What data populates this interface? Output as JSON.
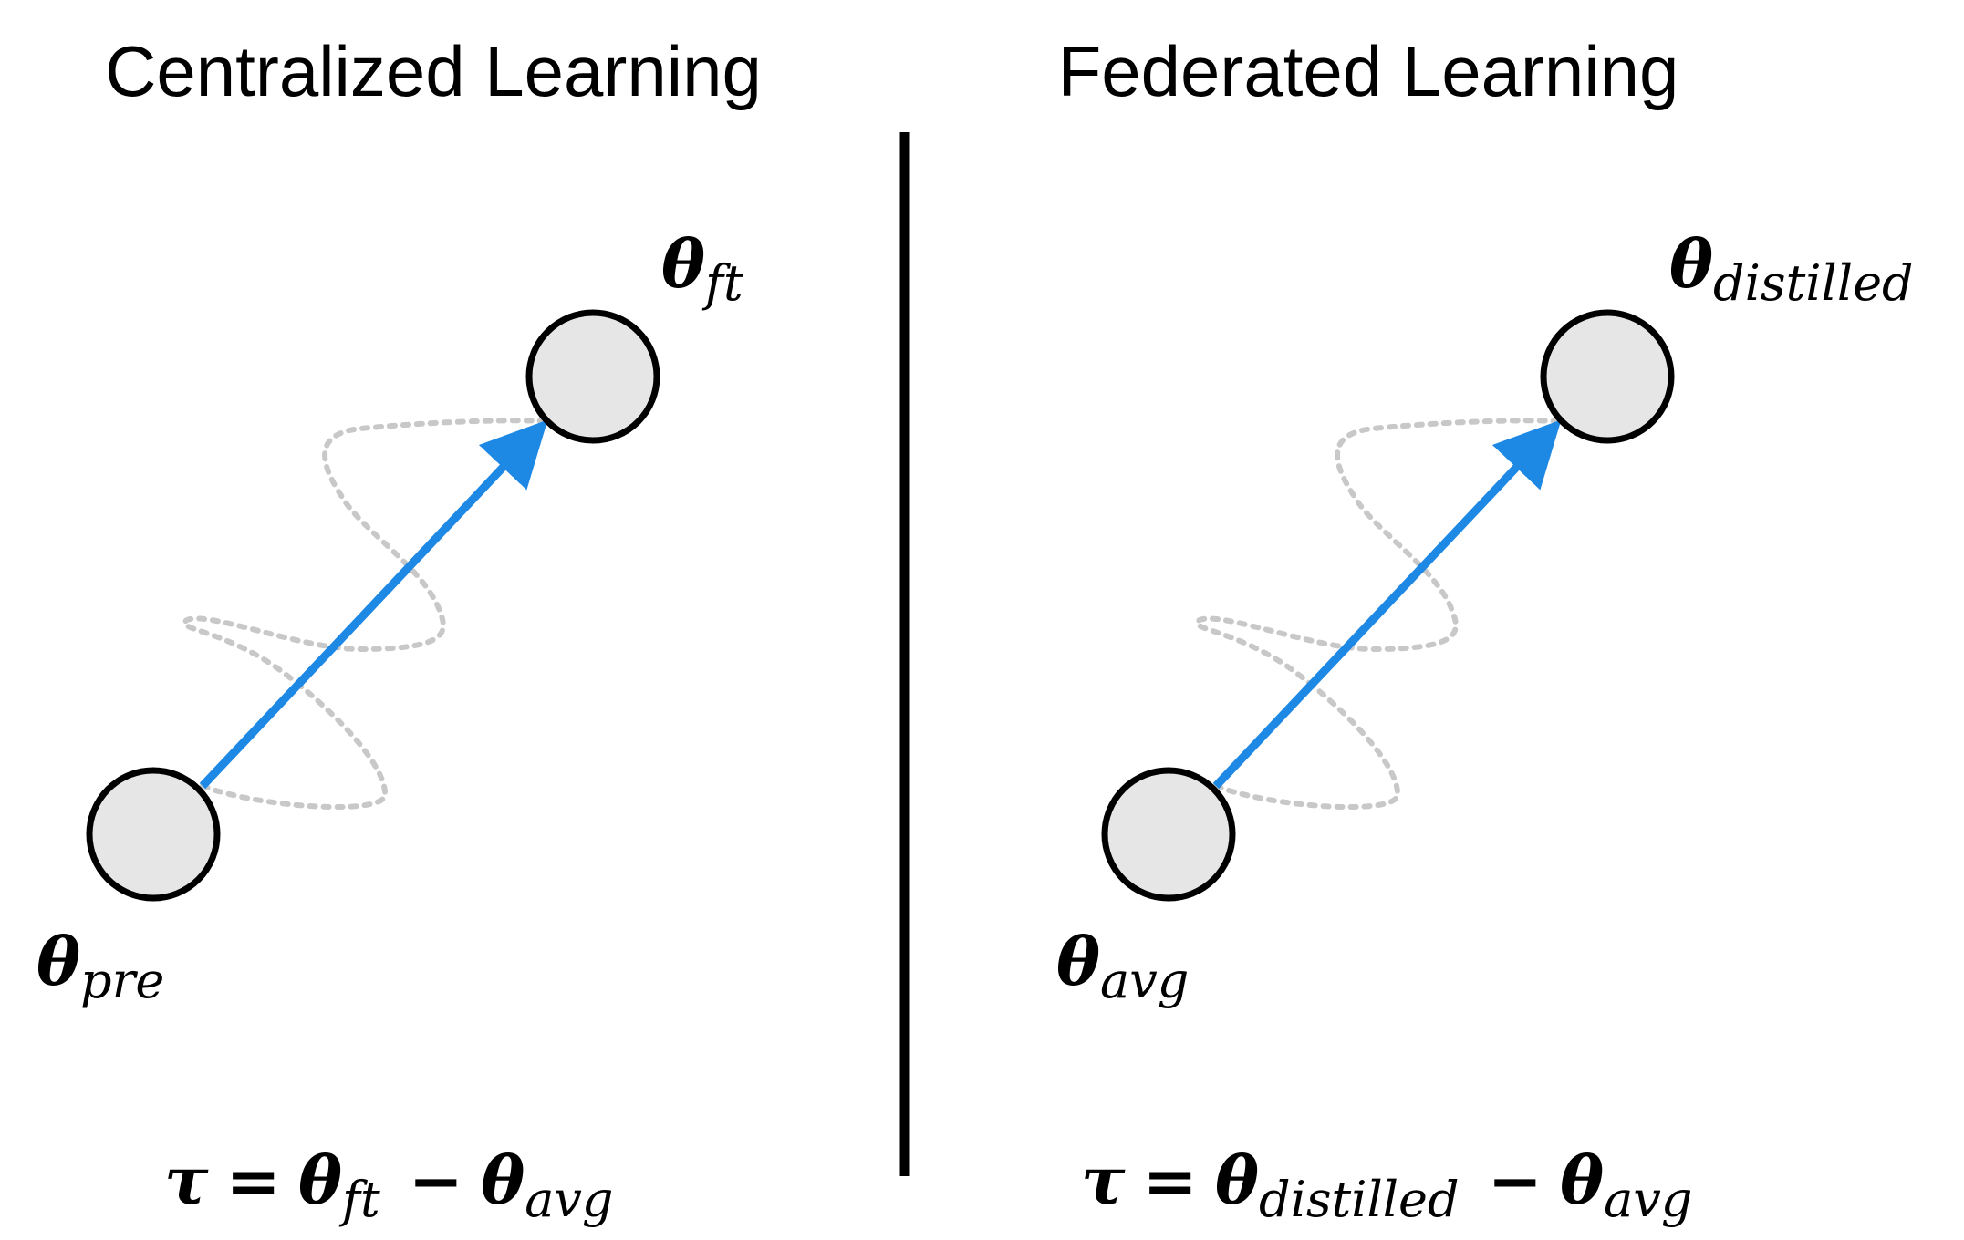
{
  "left_panel": {
    "title": "Centralized Learning",
    "start_label": {
      "symbol": "θ",
      "sub": "pre"
    },
    "end_label": {
      "symbol": "θ",
      "sub": "ft"
    },
    "formula": {
      "lhs": "τ",
      "eq": "=",
      "a": "θ",
      "a_sub": "ft",
      "minus": "−",
      "b": "θ",
      "b_sub": "avg"
    }
  },
  "right_panel": {
    "title": "Federated Learning",
    "start_label": {
      "symbol": "θ",
      "sub": "avg"
    },
    "end_label": {
      "symbol": "θ",
      "sub": "distilled"
    },
    "formula": {
      "lhs": "τ",
      "eq": "=",
      "a": "θ",
      "a_sub": "distilled",
      "minus": "−",
      "b": "θ",
      "b_sub": "avg"
    }
  },
  "colors": {
    "arrow": "#1e88e5",
    "node_fill": "#e6e6e6",
    "dotted_path": "#c8c8c8"
  }
}
